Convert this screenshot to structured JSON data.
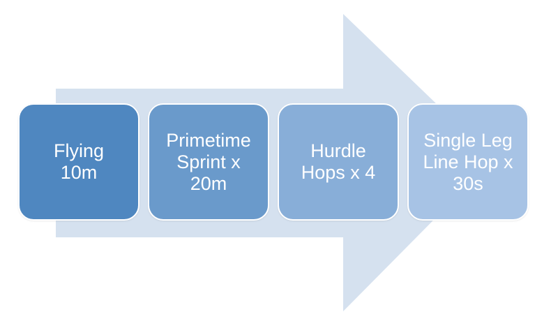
{
  "diagram": {
    "arrow_color": "#d5e1ef",
    "steps": [
      {
        "label": "Flying\n10m",
        "color": "#4f87c0"
      },
      {
        "label": "Primetime\nSprint x\n20m",
        "color": "#6a9acb"
      },
      {
        "label": "Hurdle\nHops x 4",
        "color": "#88aed8"
      },
      {
        "label": "Single Leg\nLine Hop x\n30s",
        "color": "#a7c3e5"
      }
    ]
  }
}
